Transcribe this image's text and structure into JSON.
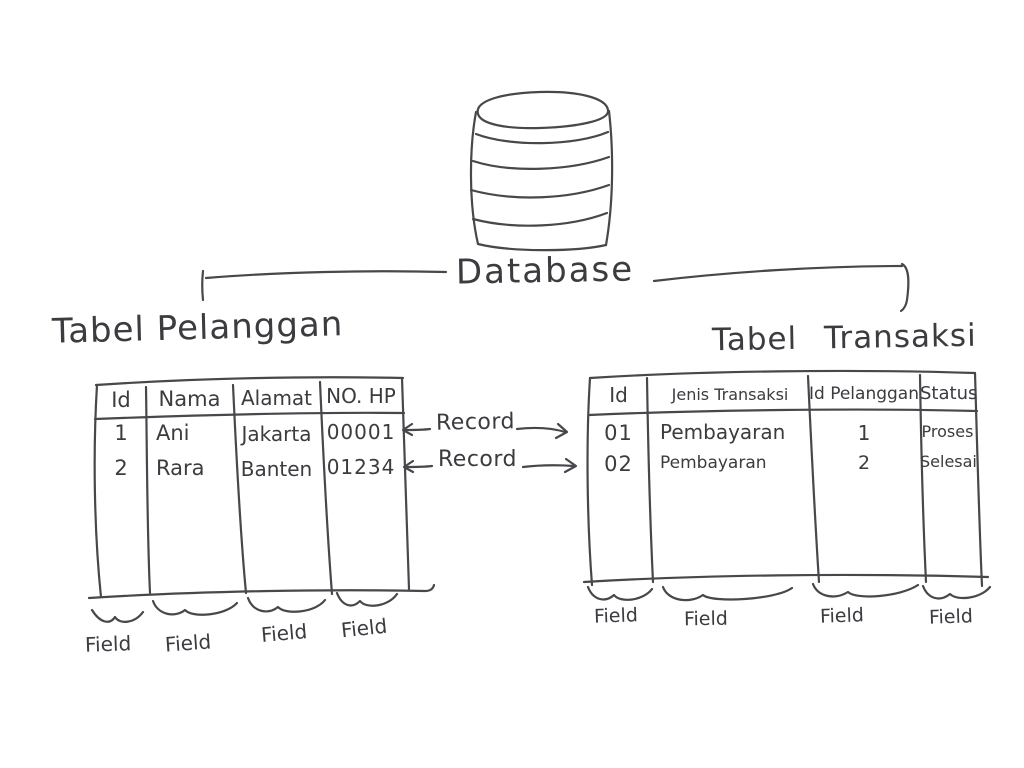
{
  "diagram": {
    "database_label": "Database",
    "record_label": "Record",
    "field_label": "Field"
  },
  "left_table": {
    "title": "Tabel Pelanggan",
    "headers": [
      "Id",
      "Nama",
      "Alamat",
      "NO. HP"
    ],
    "rows": [
      [
        "1",
        "Ani",
        "Jakarta",
        "00001"
      ],
      [
        "2",
        "Rara",
        "Banten",
        "01234"
      ]
    ]
  },
  "right_table": {
    "title": "Tabel Transaksi",
    "headers": [
      "Id",
      "Jenis Transaksi",
      "Id Pelanggan",
      "Status"
    ],
    "rows": [
      [
        "01",
        "Pembayaran",
        "1",
        "Proses"
      ],
      [
        "02",
        "Pembayaran",
        "2",
        "Selesai"
      ]
    ]
  },
  "colors": {
    "ink": "#47474c",
    "background": "#ffffff"
  }
}
